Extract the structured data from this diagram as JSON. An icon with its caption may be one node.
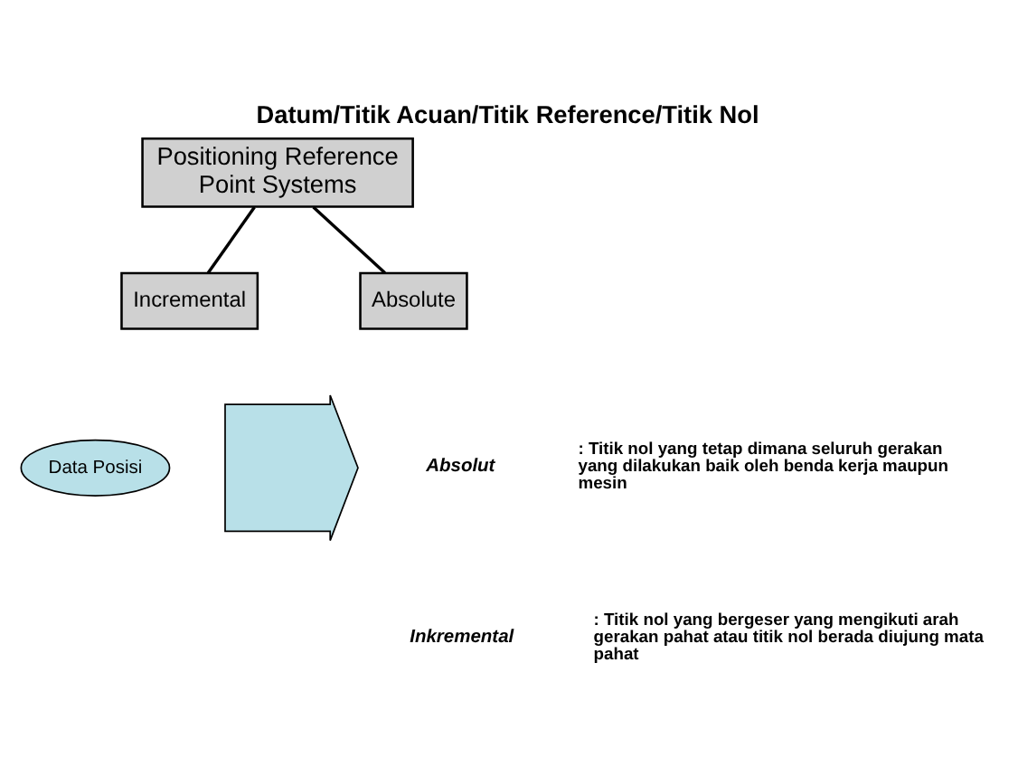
{
  "diagram": {
    "title": "Datum/Titik Acuan/Titik Reference/Titik Nol",
    "nodes": [
      {
        "text": [
          "Positioning Reference Point Systems"
        ]
      },
      {
        "text": [
          "Incremental"
        ]
      },
      {
        "text": [
          "Absolute"
        ]
      },
      {
        "text": [
          "Data Posisi"
        ]
      },
      {
        "text": [],
        "shape": "arrow"
      }
    ],
    "edges": [
      {
        "from": 0,
        "to": 1,
        "arrow": "none"
      },
      {
        "from": 0,
        "to": 2,
        "arrow": "none"
      }
    ],
    "labels": [
      "Absolut",
      ": Titik nol yang tetap dimana seluruh gerakan yang dilakukan baik oleh benda kerja maupun mesin",
      "Inkremental",
      ": Titik nol yang bergeser yang mengikuti arah gerakan pahat atau titik nol berada diujung mata pahat"
    ]
  }
}
